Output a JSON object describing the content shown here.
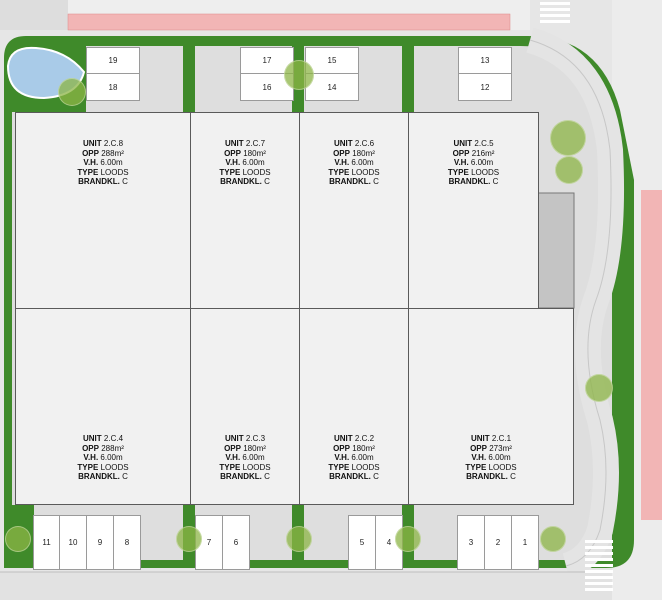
{
  "units": [
    {
      "id": "2.C.8",
      "opp": "288",
      "vh": "6.00m",
      "type": "LOODS",
      "brandkl": "C"
    },
    {
      "id": "2.C.7",
      "opp": "180",
      "vh": "6.00m",
      "type": "LOODS",
      "brandkl": "C"
    },
    {
      "id": "2.C.6",
      "opp": "180",
      "vh": "6.00m",
      "type": "LOODS",
      "brandkl": "C"
    },
    {
      "id": "2.C.5",
      "opp": "216",
      "vh": "6.00m",
      "type": "LOODS",
      "brandkl": "C"
    },
    {
      "id": "2.C.4",
      "opp": "288",
      "vh": "6.00m",
      "type": "LOODS",
      "brandkl": "C"
    },
    {
      "id": "2.C.3",
      "opp": "180",
      "vh": "6.00m",
      "type": "LOODS",
      "brandkl": "C"
    },
    {
      "id": "2.C.2",
      "opp": "180",
      "vh": "6.00m",
      "type": "LOODS",
      "brandkl": "C"
    },
    {
      "id": "2.C.1",
      "opp": "273",
      "vh": "6.00m",
      "type": "LOODS",
      "brandkl": "C"
    }
  ],
  "labels": {
    "unit": "UNIT",
    "opp": "OPP",
    "opp_unit": "m²",
    "vh": "V.H.",
    "type": "TYPE",
    "brandkl": "BRANDKL."
  },
  "parking_top": [
    "19",
    "18",
    "17",
    "16",
    "15",
    "14",
    "13",
    "12"
  ],
  "parking_bottom": [
    "11",
    "10",
    "9",
    "8",
    "7",
    "6",
    "5",
    "4",
    "3",
    "2",
    "1"
  ],
  "colors": {
    "grass": "#3f8a2a",
    "building": "#f1f1f1",
    "paving": "#dcdcdc",
    "road": "#ececec",
    "water": "#a9cbe8",
    "cycle_path": "#f2b5b5",
    "tree": "#9bbb55"
  }
}
